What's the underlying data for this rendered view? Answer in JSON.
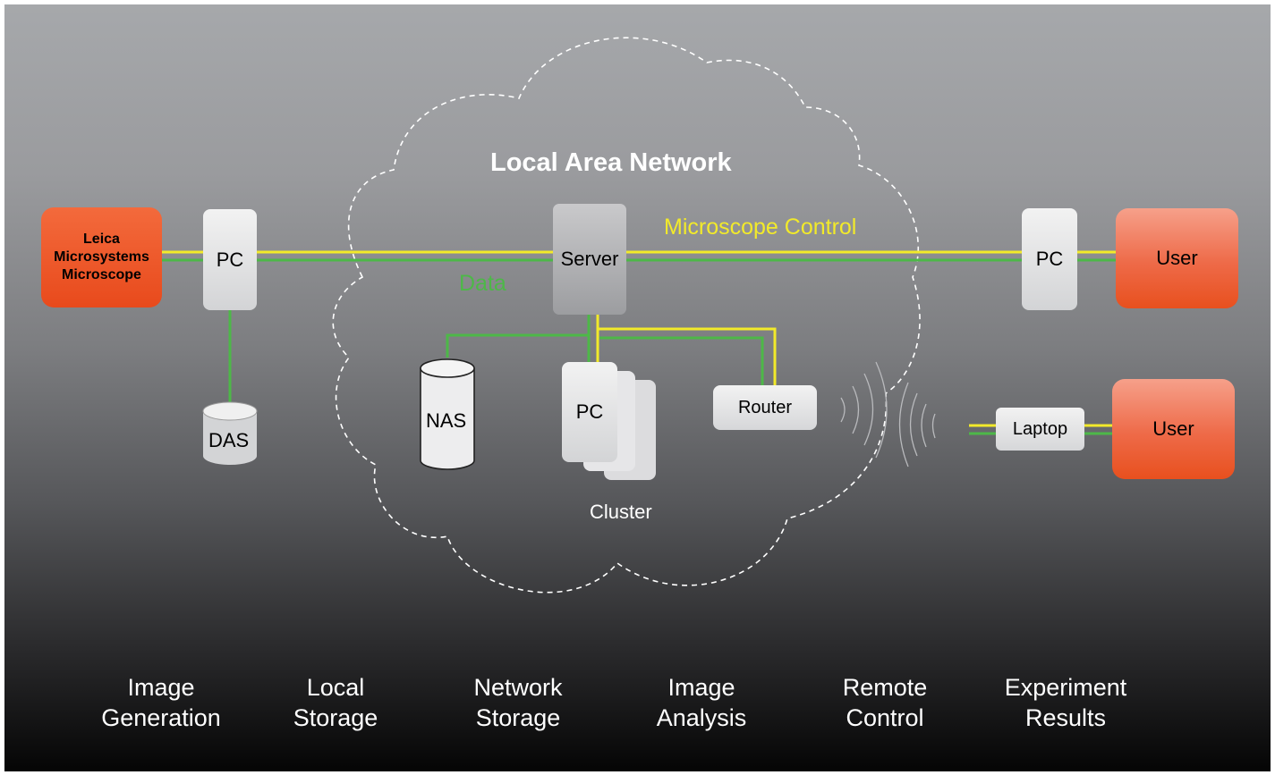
{
  "diagram": {
    "network_title": "Local Area Network",
    "links": {
      "control_label": "Microscope Control",
      "data_label": "Data"
    },
    "nodes": {
      "microscope": [
        "Leica",
        "Microsystems",
        "Microscope"
      ],
      "pc_left": "PC",
      "das": "DAS",
      "server": "Server",
      "nas": "NAS",
      "pc_cluster": "PC",
      "cluster_label": "Cluster",
      "router": "Router",
      "pc_right": "PC",
      "user_top": "User",
      "laptop": "Laptop",
      "user_bottom": "User"
    },
    "stages": [
      {
        "line1": "Image",
        "line2": "Generation"
      },
      {
        "line1": "Local",
        "line2": "Storage"
      },
      {
        "line1": "Network",
        "line2": "Storage"
      },
      {
        "line1": "Image",
        "line2": "Analysis"
      },
      {
        "line1": "Remote",
        "line2": "Control"
      },
      {
        "line1": "Experiment",
        "line2": "Results"
      }
    ],
    "colors": {
      "control_line": "#f2ea2a",
      "data_line": "#4db848",
      "microscope": "#e8501e",
      "user": "#ee6a48"
    }
  }
}
